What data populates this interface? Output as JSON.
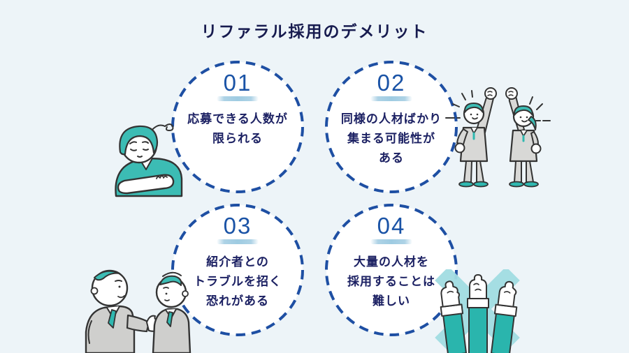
{
  "page": {
    "title": "リファラル採用のデメリット",
    "background_color": "#edf4f8"
  },
  "cards": [
    {
      "number": "01",
      "text": "応募できる人数が\n限られる"
    },
    {
      "number": "02",
      "text": "同様の人材ばかり\n集まる可能性が\nある"
    },
    {
      "number": "03",
      "text": "紹介者との\nトラブルを招く\n恐れがある"
    },
    {
      "number": "04",
      "text": "大量の人材を\n採用することは\n難しい"
    }
  ],
  "colors": {
    "background": "#edf4f8",
    "ring_blue": "#1e4fa3",
    "number_blue": "#1a53a6",
    "underline_light_blue": "#aed3e6",
    "text_navy": "#1c2163",
    "title_navy": "#171b4f",
    "accent_teal": "#3cbcb4",
    "light_teal_x": "#a2dde2",
    "suit_gray": "#d6d6d4",
    "outline": "#333333",
    "circle_fill": "#ffffff"
  },
  "illustrations": {
    "top_left": "worried-person",
    "top_right": "two-people-cheering",
    "bottom_left": "two-people-talking",
    "bottom_right": "crossed-arms-x"
  }
}
